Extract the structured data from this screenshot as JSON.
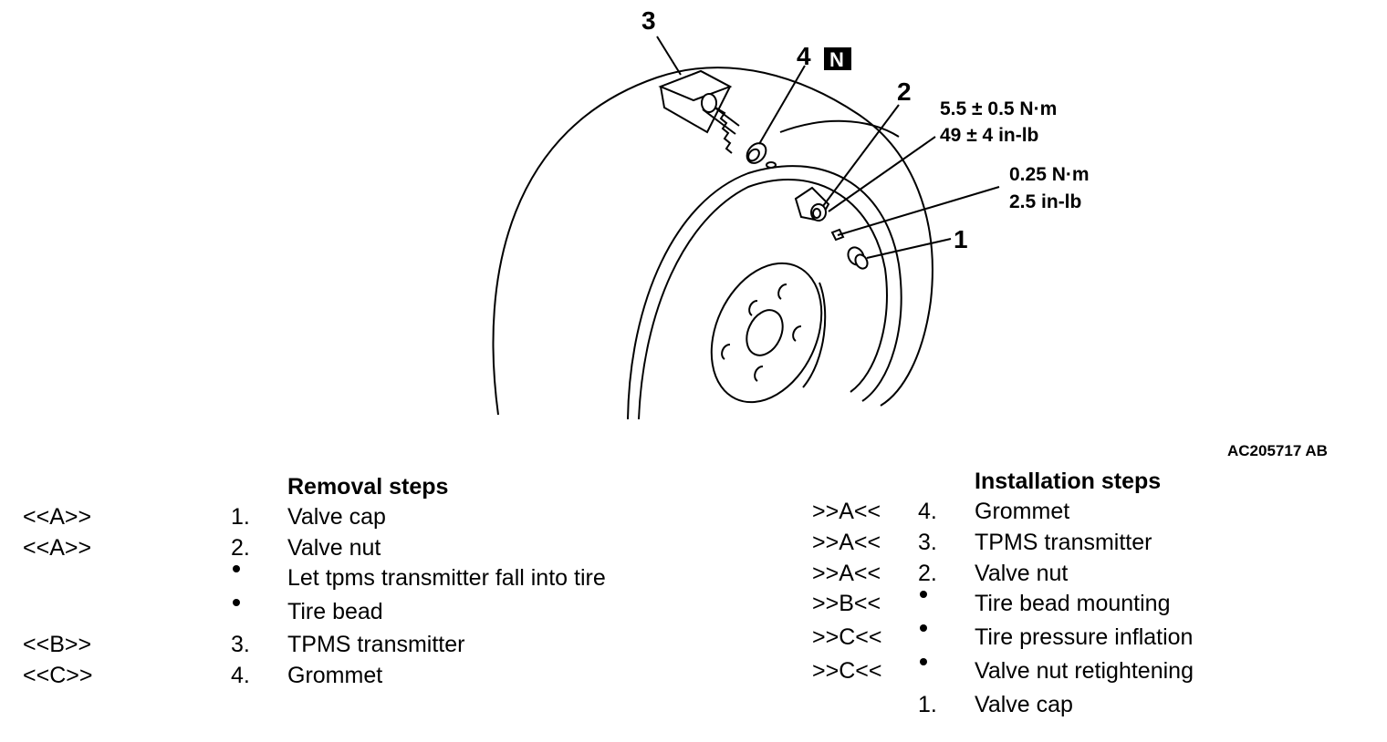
{
  "figure": {
    "callouts": {
      "c1": "1",
      "c2": "2",
      "c3": "3",
      "c4": "4",
      "n_badge": "N"
    },
    "torque_valve_nut": [
      "5.5 ± 0.5 N·m",
      "49 ± 4 in-lb"
    ],
    "torque_core": [
      "0.25 N·m",
      "2.5 in-lb"
    ],
    "figure_id": "AC205717 AB"
  },
  "removal": {
    "heading": "Removal steps",
    "steps": [
      {
        "code": "<<A>>",
        "num": "1.",
        "label": "Valve cap",
        "bullet": false
      },
      {
        "code": "<<A>>",
        "num": "2.",
        "label": "Valve nut",
        "bullet": false
      },
      {
        "code": "",
        "num": "",
        "label": "Let tpms transmitter fall into tire",
        "bullet": true
      },
      {
        "code": "",
        "num": "",
        "label": "Tire bead",
        "bullet": true
      },
      {
        "code": "<<B>>",
        "num": "3.",
        "label": "TPMS transmitter",
        "bullet": false
      },
      {
        "code": "<<C>>",
        "num": "4.",
        "label": "Grommet",
        "bullet": false
      }
    ]
  },
  "installation": {
    "heading": "Installation steps",
    "steps": [
      {
        "code": ">>A<<",
        "num": "4.",
        "label": "Grommet",
        "bullet": false
      },
      {
        "code": ">>A<<",
        "num": "3.",
        "label": "TPMS transmitter",
        "bullet": false
      },
      {
        "code": ">>A<<",
        "num": "2.",
        "label": "Valve nut",
        "bullet": false
      },
      {
        "code": ">>B<<",
        "num": "",
        "label": "Tire bead mounting",
        "bullet": true
      },
      {
        "code": ">>C<<",
        "num": "",
        "label": "Tire pressure inflation",
        "bullet": true
      },
      {
        "code": ">>C<<",
        "num": "",
        "label": "Valve nut retightening",
        "bullet": true
      },
      {
        "code": "",
        "num": "1.",
        "label": "Valve cap",
        "bullet": false
      }
    ]
  }
}
